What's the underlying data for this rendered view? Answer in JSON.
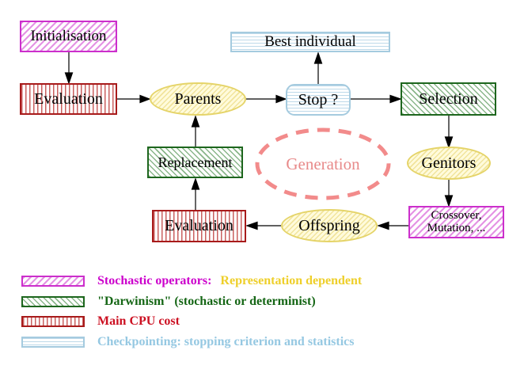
{
  "nodes": {
    "initialisation": {
      "label": "Initialisation"
    },
    "evaluation_top": {
      "label": "Evaluation"
    },
    "parents": {
      "label": "Parents"
    },
    "best_individual": {
      "label": "Best individual"
    },
    "stop": {
      "label": "Stop ?"
    },
    "selection": {
      "label": "Selection"
    },
    "genitors": {
      "label": "Genitors"
    },
    "crossover_mutation": {
      "line1": "Crossover,",
      "line2": "Mutation, ..."
    },
    "offspring": {
      "label": "Offspring"
    },
    "evaluation_bottom": {
      "label": "Evaluation"
    },
    "replacement": {
      "label": "Replacement"
    },
    "generation": {
      "label": "Generation"
    }
  },
  "legend": {
    "items": [
      {
        "swatch": "magenta-diagonal-hatch",
        "parts": [
          {
            "text": "Stochastic operators:",
            "color": "#cc00cc"
          },
          {
            "text": "Representation dependent",
            "color": "#eecf2a"
          }
        ]
      },
      {
        "swatch": "green-diagonal-hatch",
        "parts": [
          {
            "text": "\"Darwinism\" (stochastic or determinist)",
            "color": "#156615"
          }
        ]
      },
      {
        "swatch": "red-vertical-lines",
        "parts": [
          {
            "text": "Main CPU cost",
            "color": "#cc1122"
          }
        ]
      },
      {
        "swatch": "cyan-horizontal-lines",
        "parts": [
          {
            "text": "Checkpointing: stopping criterion and statistics",
            "color": "#95c8e2"
          }
        ]
      }
    ]
  },
  "colors": {
    "magenta_border": "#cc2fcc",
    "green_border": "#1d661d",
    "red_border": "#a81b1b",
    "cyan_border": "#a5cbdf",
    "yellow_border": "#e5d469",
    "yellow_fill": "#fffbdc",
    "generation_dashed": "#f28b8b",
    "arrow": "#000000"
  }
}
